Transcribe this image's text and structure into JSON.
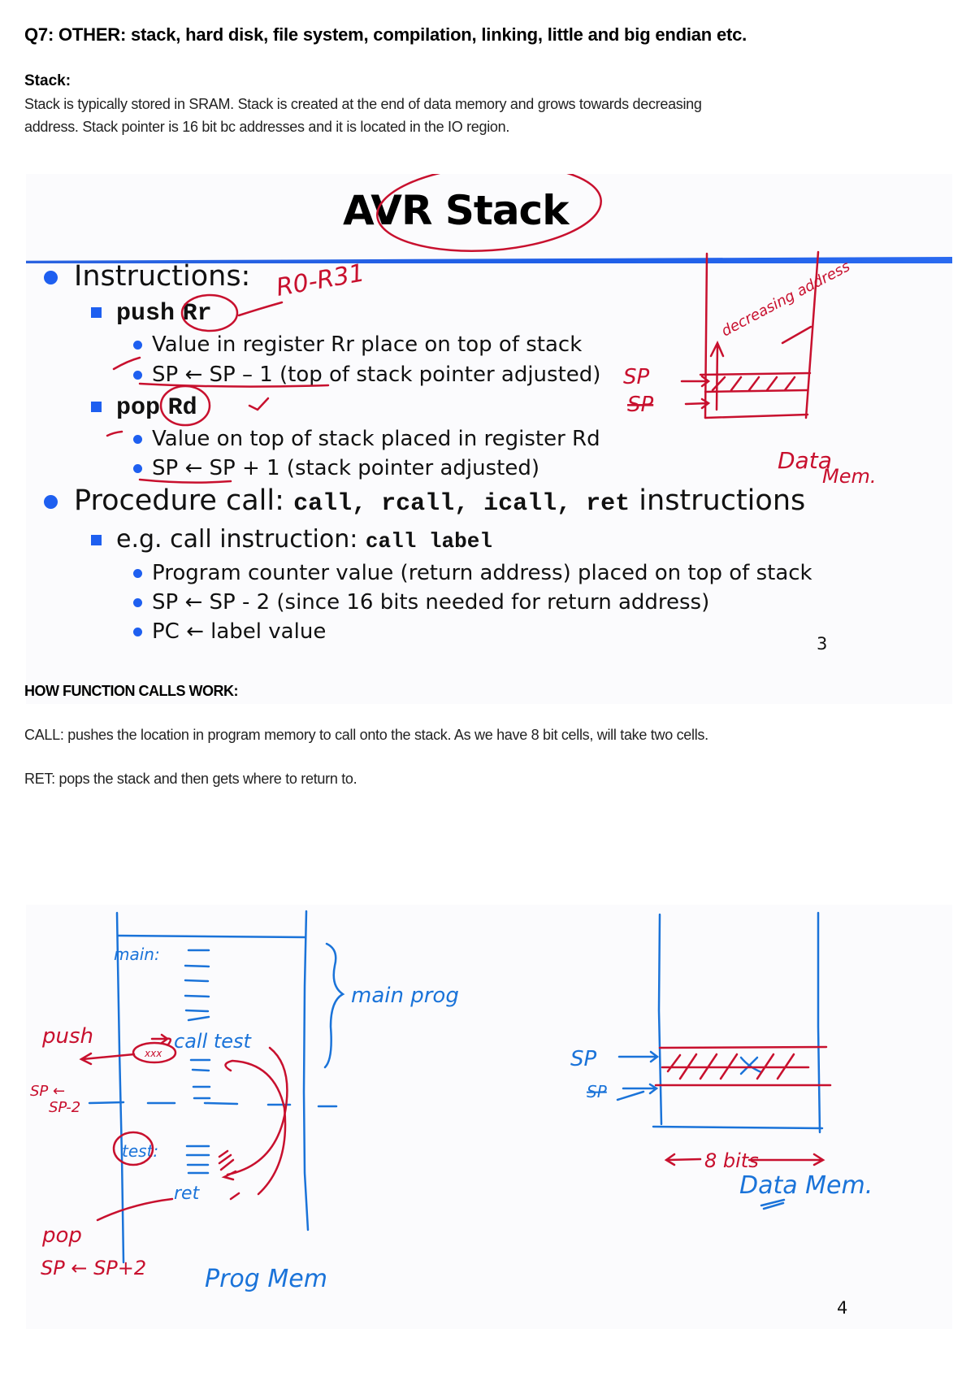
{
  "document": {
    "title": "Q7: OTHER: stack, hard disk, file system, compilation, linking, little and big endian etc.",
    "stack_heading": "Stack:",
    "stack_paragraph_line1": "Stack is typically stored in SRAM. Stack is created at the end of data memory and grows towards decreasing",
    "stack_paragraph_line2": "address. Stack pointer is 16 bit bc addresses and it is located in the IO region.",
    "function_calls_heading": "HOW FUNCTION CALLS WORK:",
    "call_paragraph": "CALL: pushes the location in program memory to call onto the stack. As we have 8 bit cells, will take two cells.",
    "ret_paragraph": "RET: pops the stack and then gets where to return to."
  },
  "slide3": {
    "title": "AVR Stack",
    "page_number": "3",
    "bullets": {
      "instructions": "Instructions:",
      "push_op": "push",
      "push_arg": "Rr",
      "push_sub1": "Value in register Rr place on top of stack",
      "push_sub2": "SP ← SP – 1 (top of stack pointer adjusted)",
      "pop_op": "pop",
      "pop_arg": "Rd",
      "pop_sub1": "Value on top of stack placed in register Rd",
      "pop_sub2": "SP ← SP + 1 (stack pointer adjusted)",
      "procedure_prefix": "Procedure call:",
      "procedure_ops": "call, rcall, icall, ret",
      "procedure_suffix": "instructions",
      "eg_prefix": "e.g. call instruction:",
      "eg_code": "call label",
      "call_sub1": "Program counter value (return address) placed on top of stack",
      "call_sub2": "SP ← SP - 2 (since 16 bits needed for return address)",
      "call_sub3": "PC ← label value"
    },
    "annotations": {
      "register_range": "R0-R31",
      "sp": "SP",
      "sp_old": "SP",
      "decreasing_address": "decreasing address",
      "data_mem_1": "Data",
      "data_mem_2": "Mem."
    },
    "ink_color": "#c8102e"
  },
  "slide4": {
    "page_number": "4",
    "annotations": {
      "main_label": "main:",
      "call_test": "call test",
      "test_label": "test:",
      "ret_label": "ret",
      "main_prog": "main prog",
      "prog_mem": "Prog Mem",
      "push": "push",
      "sp_minus2_a": "SP ←",
      "sp_minus2_b": "SP-2",
      "xxx": "xxx",
      "pop": "pop",
      "sp_plus2": "SP ← SP+2",
      "sp": "SP",
      "sp_old": "SP",
      "eight_bits": "8 bits",
      "data_mem": "Data Mem."
    },
    "blue_ink": "#1a73d9",
    "red_ink": "#c8102e"
  }
}
